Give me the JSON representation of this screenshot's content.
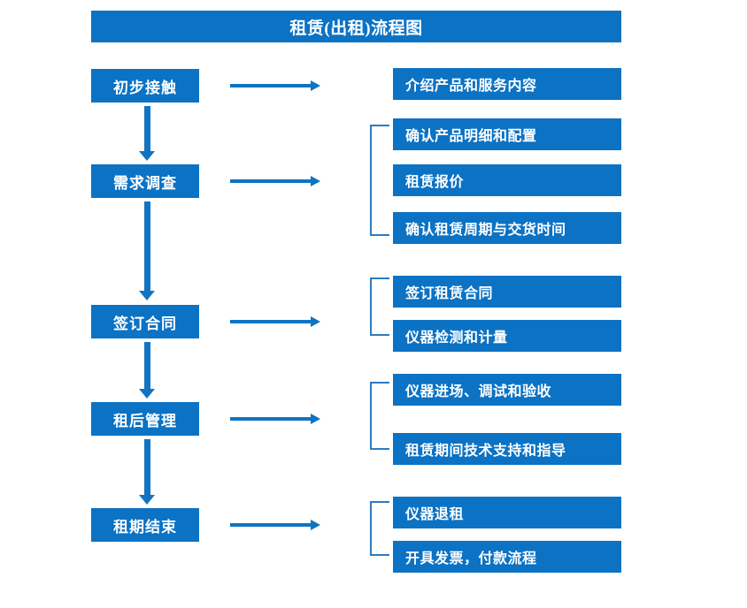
{
  "diagram": {
    "title": "租赁(出租)流程图",
    "accent_color": "#0B72C4",
    "arrow_color": "#1273C0",
    "bracket_color": "#2E7ABF",
    "text_color": "#FFFFFF",
    "background_color": "#FFFFFF"
  },
  "stages": [
    {
      "label": "初步接触"
    },
    {
      "label": "需求调查"
    },
    {
      "label": "签订合同"
    },
    {
      "label": "租后管理"
    },
    {
      "label": "租期结束"
    }
  ],
  "tasks": {
    "group1": [
      {
        "label": "介绍产品和服务内容"
      }
    ],
    "group2": [
      {
        "label": "确认产品明细和配置"
      },
      {
        "label": "租赁报价"
      },
      {
        "label": "确认租赁周期与交货时间"
      }
    ],
    "group3": [
      {
        "label": "签订租赁合同"
      },
      {
        "label": "仪器检测和计量"
      }
    ],
    "group4": [
      {
        "label": "仪器进场、调试和验收"
      },
      {
        "label": "租赁期间技术支持和指导"
      }
    ],
    "group5": [
      {
        "label": "仪器退租"
      },
      {
        "label": "开具发票，付款流程"
      }
    ]
  }
}
